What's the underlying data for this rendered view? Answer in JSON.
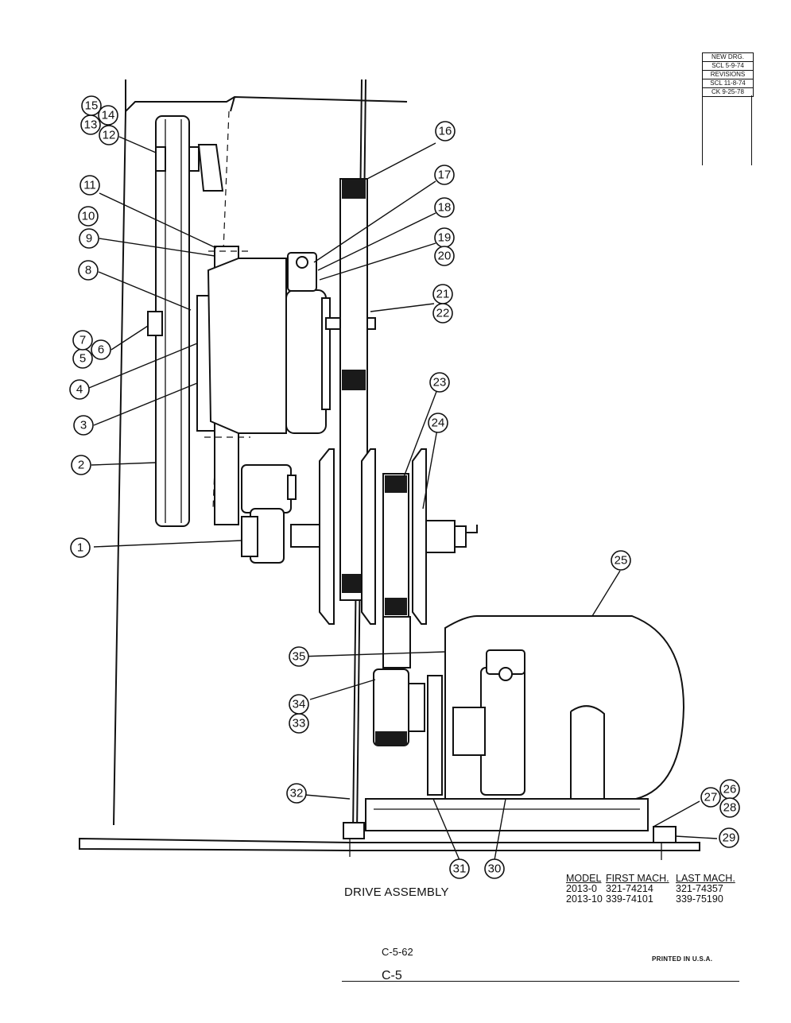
{
  "revision_block": {
    "rows": [
      "NEW DRG.",
      "SCL  5-9-74",
      "REVISIONS",
      "SCL  11-8-74",
      "CK  9-25-78"
    ]
  },
  "title": "DRIVE ASSEMBLY",
  "model_table": {
    "headers": [
      "MODEL",
      "FIRST MACH.",
      "LAST MACH."
    ],
    "rows": [
      [
        "2013-0",
        "321-74214",
        "321-74357"
      ],
      [
        "2013-10",
        "339-74101",
        "339-75190"
      ]
    ]
  },
  "page_code_small": "C-5-62",
  "page_code": "C-5",
  "printed_note": "PRINTED IN U.S.A.",
  "callouts": [
    "1",
    "2",
    "3",
    "4",
    "5",
    "6",
    "7",
    "8",
    "9",
    "10",
    "11",
    "12",
    "13",
    "14",
    "15",
    "16",
    "17",
    "18",
    "19",
    "20",
    "21",
    "22",
    "23",
    "24",
    "25",
    "26",
    "27",
    "28",
    "29",
    "30",
    "31",
    "32",
    "33",
    "34",
    "35"
  ]
}
